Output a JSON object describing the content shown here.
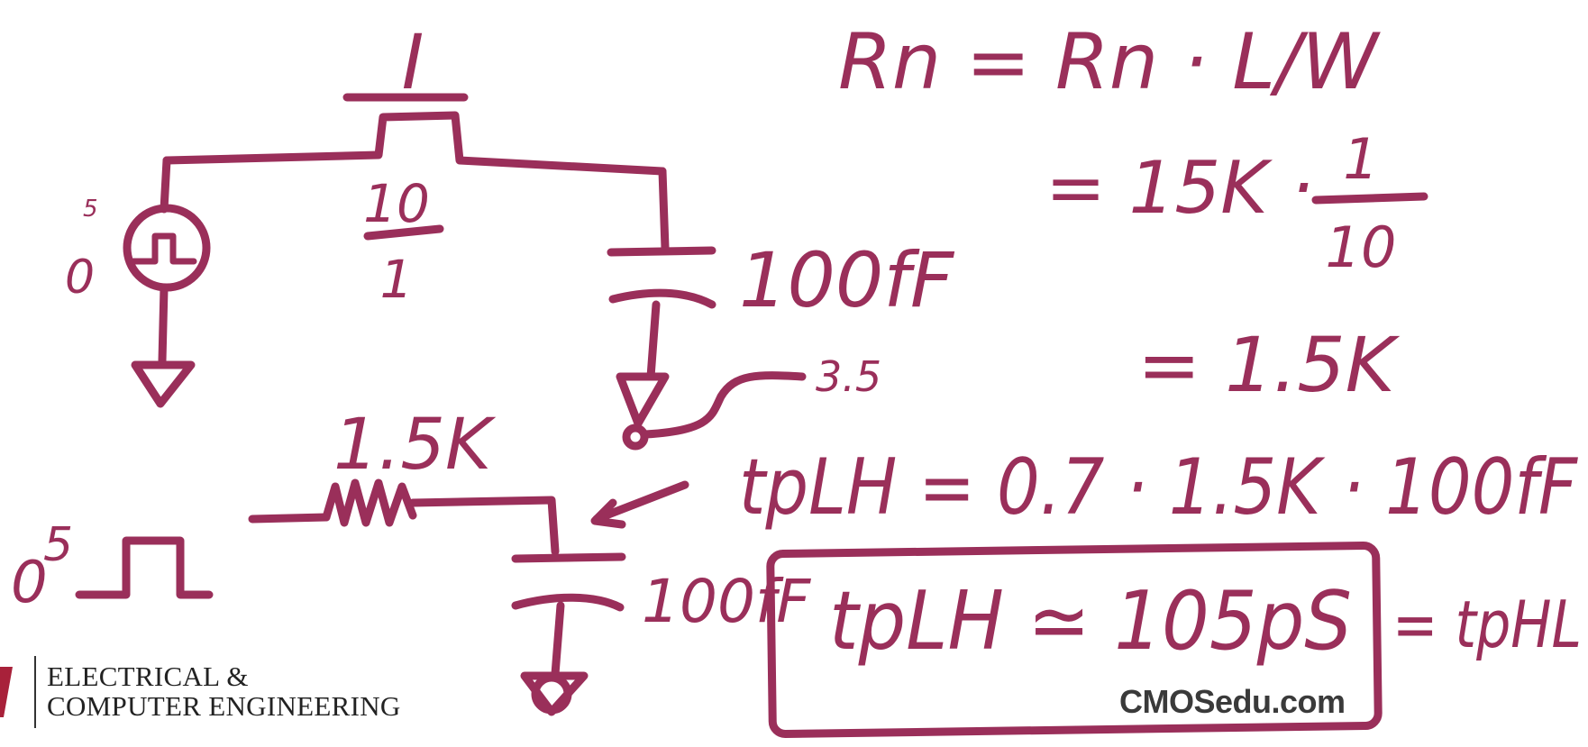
{
  "whiteboard": {
    "nmos_current_label": "I",
    "nmos_size": {
      "width": "10",
      "length": "1"
    },
    "pulse_source": {
      "low": "0",
      "high": "5"
    },
    "load_cap_top": "100fF",
    "annotation_3_5": "3.5",
    "resistor_label": "1.5K",
    "rc_pulse": {
      "low": "0",
      "high": "5"
    },
    "load_cap_bottom": "100fF",
    "eq_rn": "Rn = Rn · L/W",
    "eq_sub_left": "= 15K ·",
    "eq_sub_num": "1",
    "eq_sub_den": "10",
    "eq_result": "= 1.5K",
    "eq_tplh": "tpLH = 0.7 · 1.5K · 100fF",
    "eq_boxed": "tpLH ≃ 105pS",
    "eq_tphl": "= tpHL"
  },
  "footer": {
    "line1": "ELECTRICAL &",
    "line2": "COMPUTER ENGINEERING",
    "site": "CMOSedu.com"
  },
  "colors": {
    "ink": "#9a2f5a",
    "logo_red": "#a8213a"
  }
}
